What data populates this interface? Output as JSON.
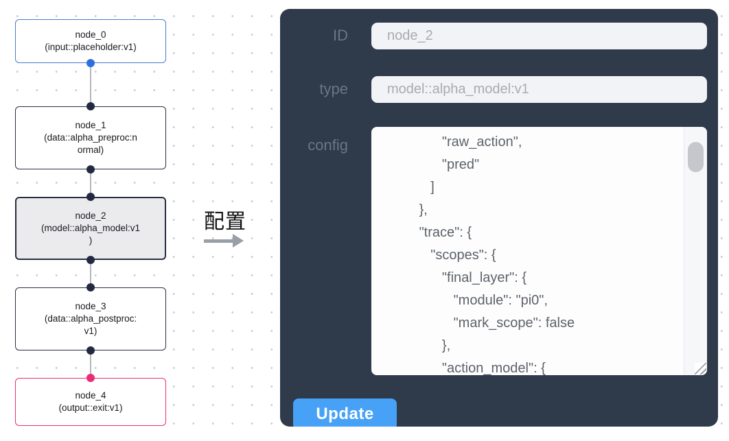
{
  "flow": {
    "transition_label": "配置",
    "nodes": [
      {
        "id": "node_0",
        "type": "input::placeholder:v1",
        "lines": [
          "node_0",
          "(input::placeholder:v1)"
        ]
      },
      {
        "id": "node_1",
        "type": "data::alpha_preproc:normal",
        "lines": [
          "node_1",
          "(data::alpha_preproc:n",
          "ormal)"
        ]
      },
      {
        "id": "node_2",
        "type": "model::alpha_model:v1",
        "lines": [
          "node_2",
          "(model::alpha_model:v1",
          ")"
        ],
        "selected": true
      },
      {
        "id": "node_3",
        "type": "data::alpha_postproc:v1",
        "lines": [
          "node_3",
          "(data::alpha_postproc:",
          "v1)"
        ]
      },
      {
        "id": "node_4",
        "type": "output::exit:v1",
        "lines": [
          "node_4",
          "(output::exit:v1)"
        ]
      }
    ]
  },
  "panel": {
    "id_field": {
      "label": "ID",
      "value": "node_2"
    },
    "type_field": {
      "label": "type",
      "value": "model::alpha_model:v1"
    },
    "config_field": {
      "label": "config",
      "value": "                \"raw_action\",\n                \"pred\"\n             ]\n          },\n          \"trace\": {\n             \"scopes\": {\n                \"final_layer\": {\n                   \"module\": \"pi0\",\n                   \"mark_scope\": false\n                },\n                \"action_model\": {"
    },
    "update_button": "Update"
  },
  "colors": {
    "panel_bg": "#2f3a4a",
    "button_blue": "#47a2f7",
    "node_default_border": "#262e40",
    "node_input_border": "#4a7ace",
    "node_output_border": "#ec2b78",
    "node_selected_bg": "#ebebee",
    "port_blue": "#2e6fe0",
    "port_dark": "#222941",
    "port_pink": "#ec2b78",
    "edge_gray": "#b3b6bb",
    "grid_dot": "#c8ccd2"
  }
}
